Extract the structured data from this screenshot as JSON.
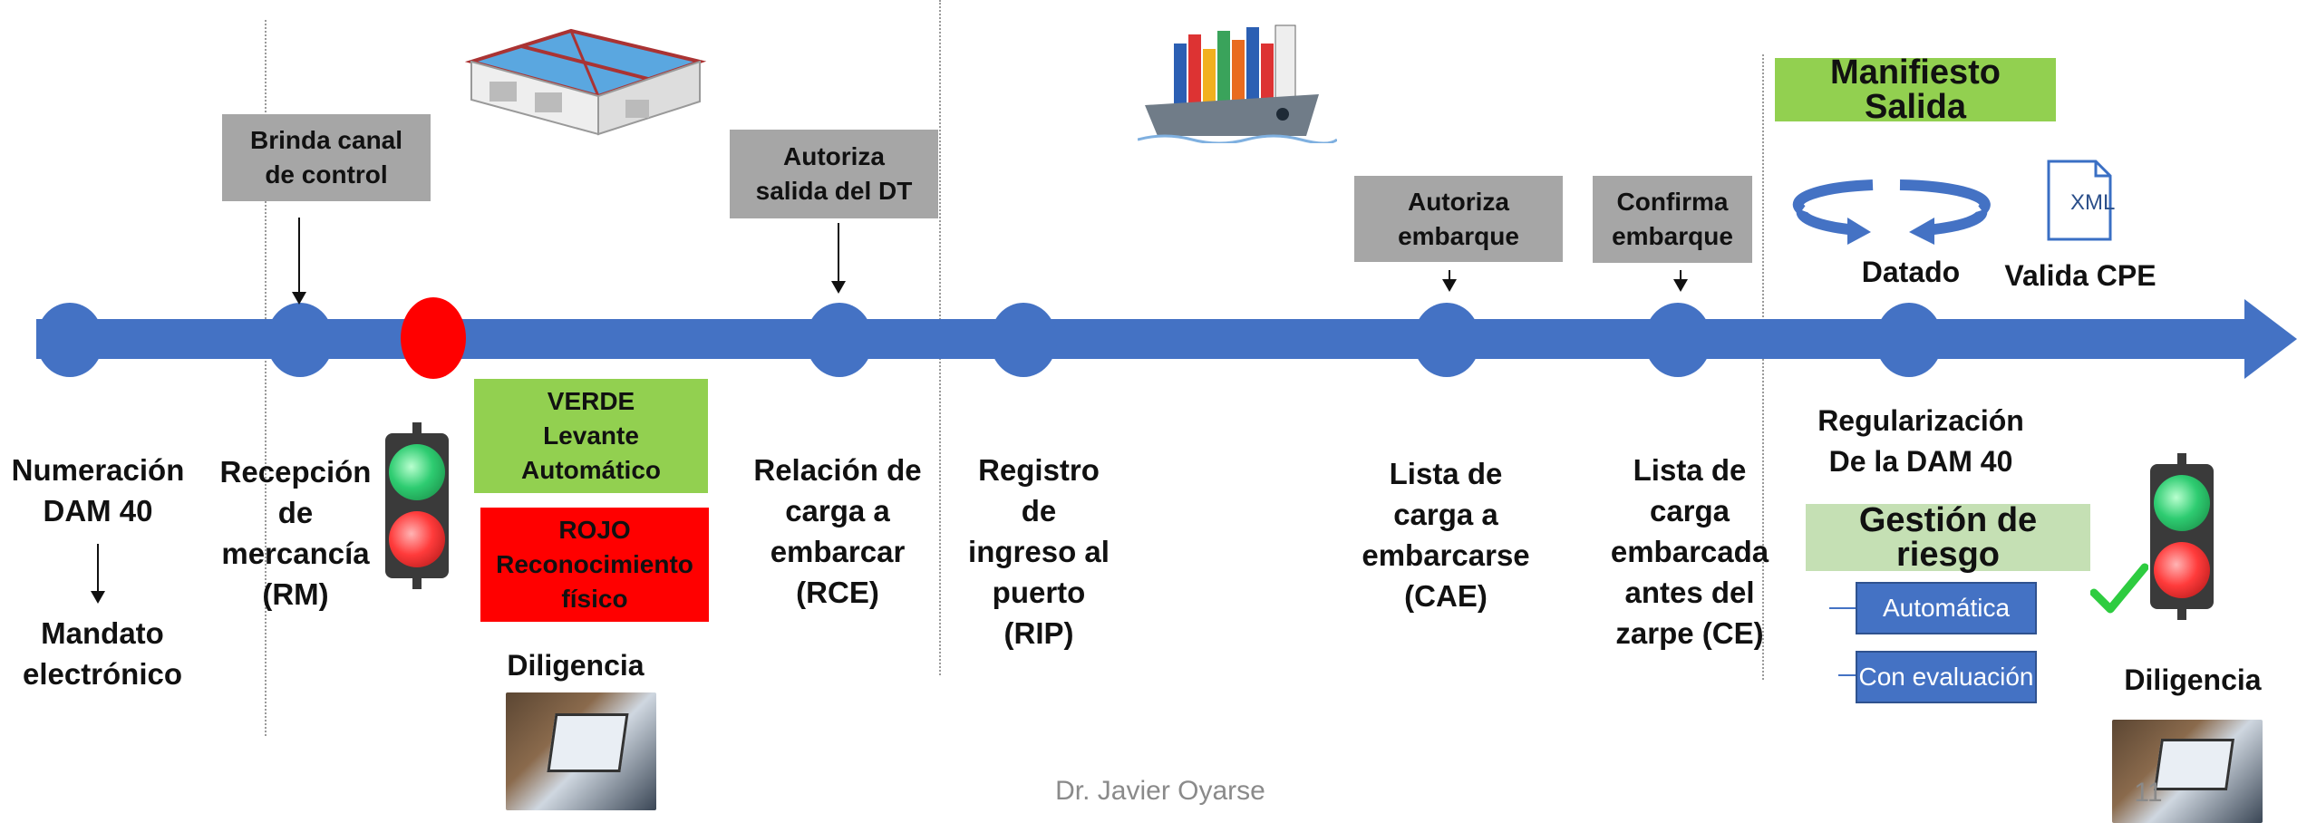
{
  "colors": {
    "timeline": "#4472c4",
    "grey_box": "#a6a6a6",
    "green_box": "#92d050",
    "red_box": "#ff0000",
    "red_node": "#ff0000"
  },
  "icons": [
    "warehouse-icon",
    "ship-icon",
    "traffic-light-icon",
    "laptop-photo",
    "xml-file-icon",
    "cycle-arrows-icon",
    "check-mark-icon"
  ],
  "boxes": {
    "brinda": "Brinda canal\nde control",
    "autoriza_dt": "Autoriza\nsalida del DT",
    "autoriza_emb": "Autoriza\nembarque",
    "confirma_emb": "Confirma\nembarque",
    "verde": "VERDE\nLevante\nAutomático",
    "rojo": "ROJO\nReconocimiento\nfísico"
  },
  "labels": {
    "numeracion": "Numeración\nDAM 40",
    "mandato": "Mandato\nelectrónico",
    "recepcion": "Recepción\nde\nmercancía\n(RM)",
    "relacion": "Relación de\ncarga a\nembarcar\n(RCE)",
    "registro": "Registro\nde\ningreso al\npuerto\n(RIP)",
    "lista_cae": "Lista de\ncarga a\nembarcarse\n(CAE)",
    "lista_ce": "Lista de\ncarga\nembarcada\nantes del\nzarpe (CE)",
    "regularizacion": "Regularización\nDe la DAM 40",
    "diligencia_left": "Diligencia",
    "diligencia_right": "Diligencia",
    "datado": "Datado",
    "valida_cpe": "Valida CPE",
    "xml": "XML",
    "footer": "Dr. Javier Oyarse",
    "slide_number": "11"
  },
  "manifiesto_salida": "Manifiesto Salida",
  "gestion_riesgo": "Gestión de riesgo",
  "options": {
    "automatica": "Automática",
    "con_evaluacion": "Con evaluación"
  }
}
